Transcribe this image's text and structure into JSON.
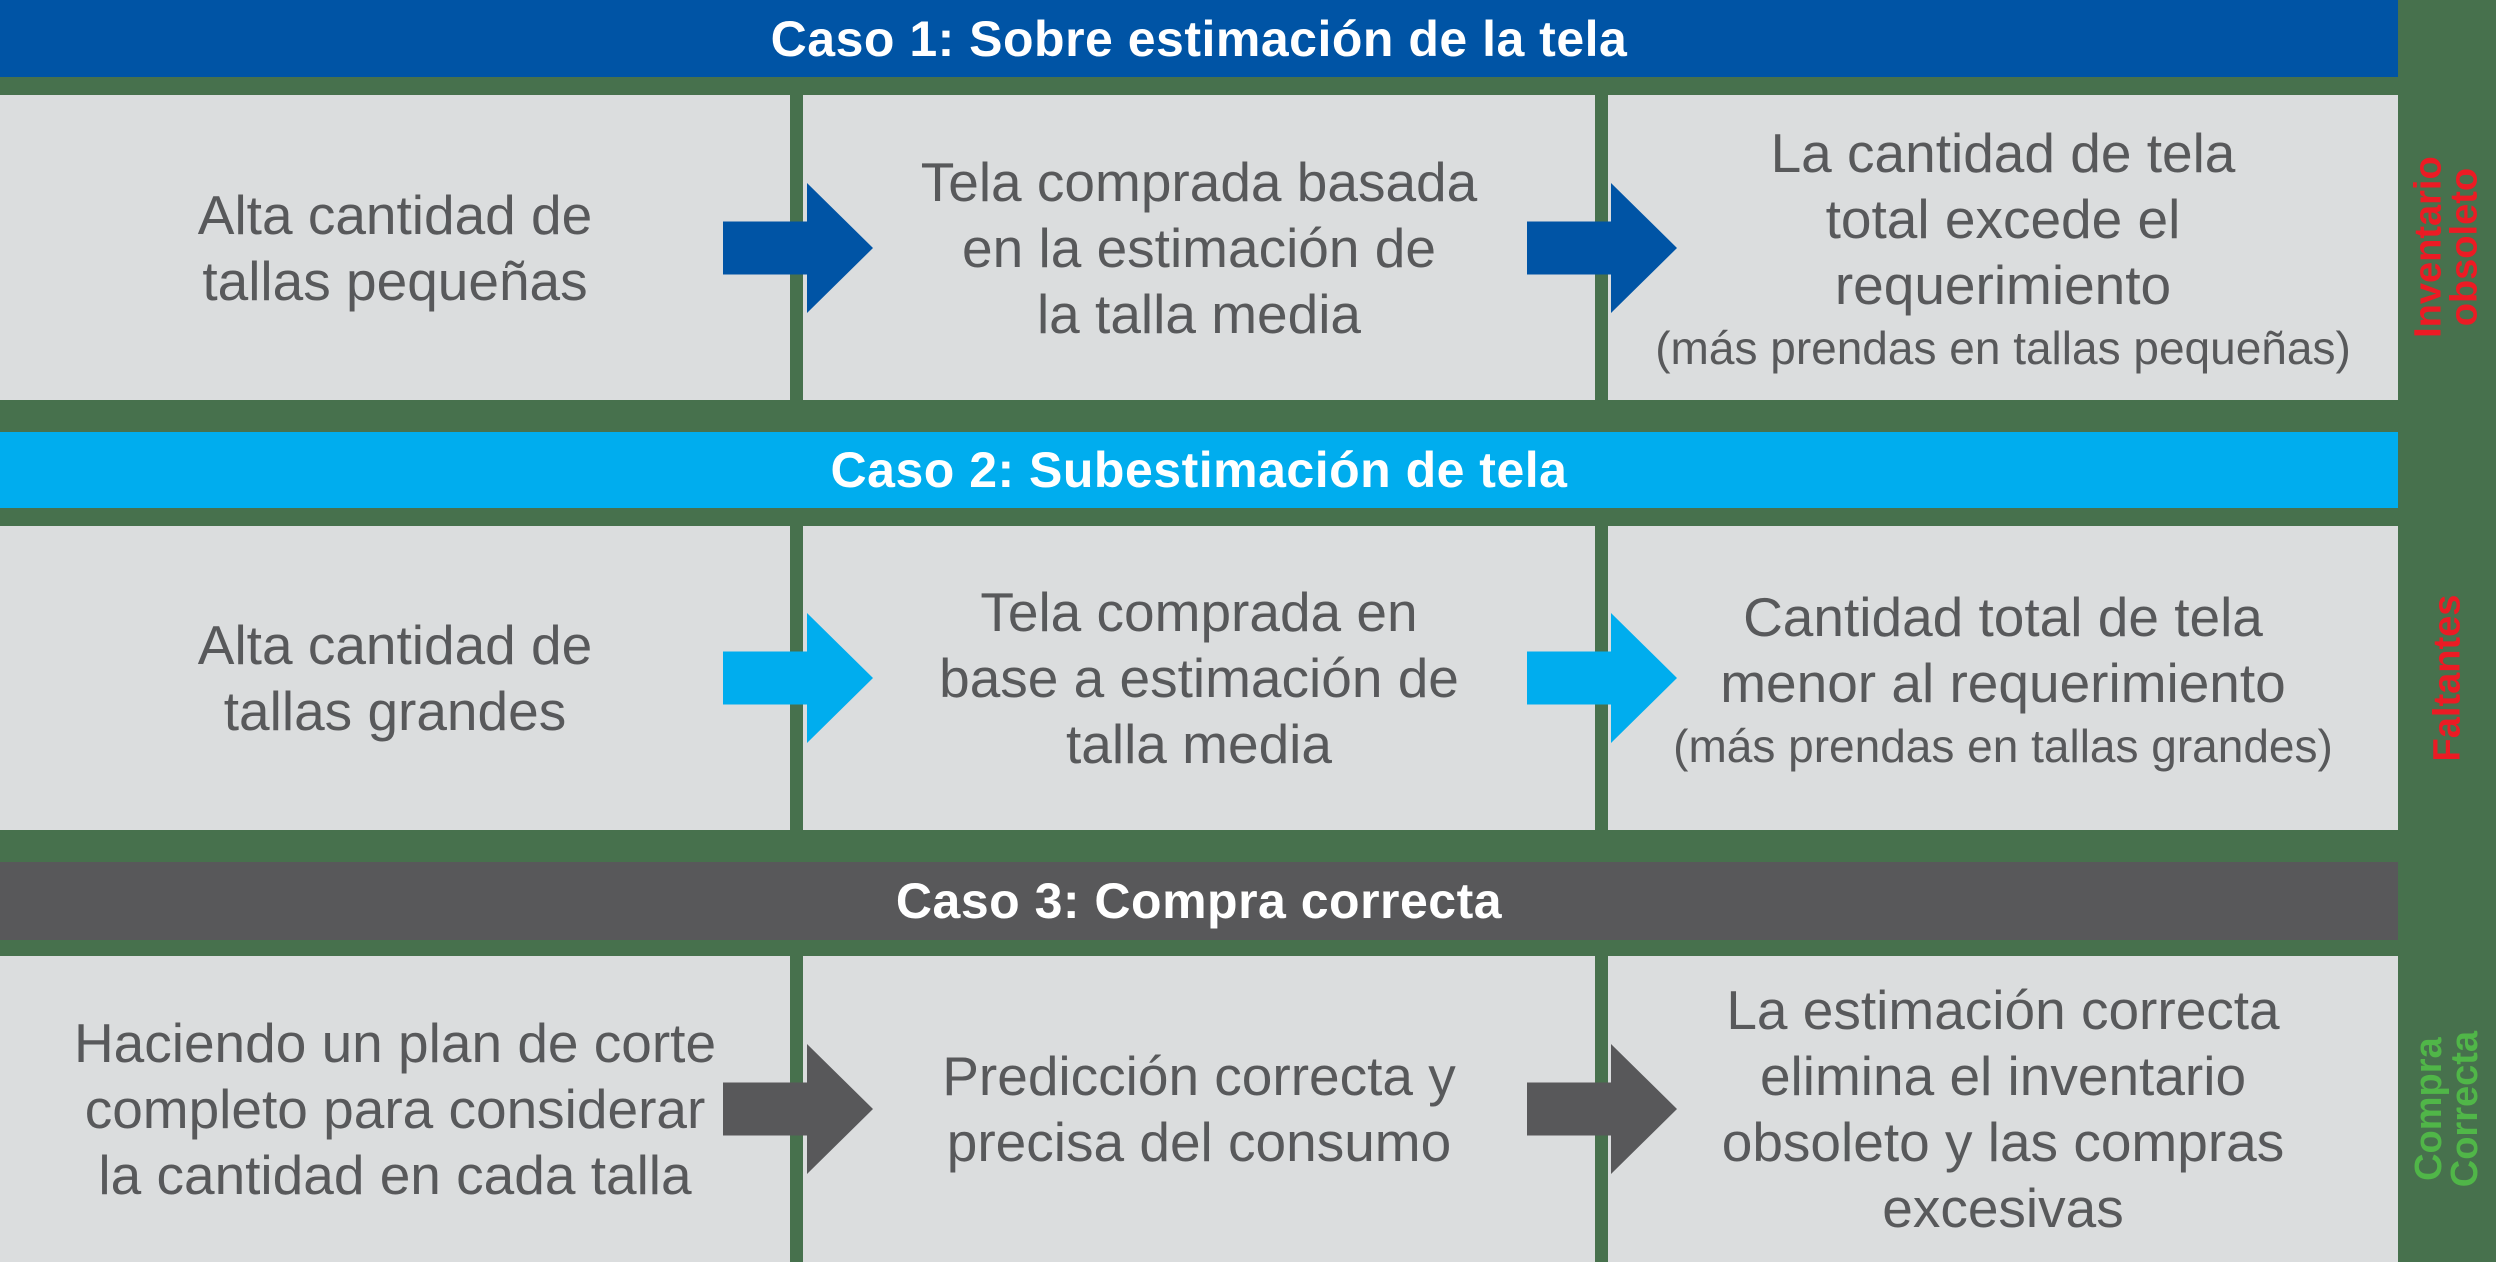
{
  "slide": {
    "background_color": "#47714D",
    "box_color": "#DBDDDE",
    "box_text_color": "#58595B",
    "header_text_color": "#FFFFFF"
  },
  "cases": [
    {
      "header": "Caso 1: Sobre estimación de la tela",
      "color": "#0054A5",
      "boxes": [
        {
          "text": "Alta cantidad de\ntallas pequeñas"
        },
        {
          "text": "Tela comprada basada\nen la estimación de\nla talla media"
        },
        {
          "text": "La cantidad de tela\ntotal excede el\nrequerimiento",
          "note": "(más prendas en tallas pequeñas)"
        }
      ],
      "outcome_label": {
        "text": "Inventario\nobsoleto",
        "color": "#EC1B24"
      }
    },
    {
      "header": "Caso 2: Subestimación de tela",
      "color": "#00ADEE",
      "boxes": [
        {
          "text": "Alta cantidad de\ntallas grandes"
        },
        {
          "text": "Tela comprada en\nbase a estimación de\ntalla media"
        },
        {
          "text": "Cantidad total de tela\nmenor al requerimiento",
          "note": "(más prendas en tallas grandes)"
        }
      ],
      "outcome_label": {
        "text": "Faltantes",
        "color": "#EC1B24"
      }
    },
    {
      "header": "Caso 3: Compra correcta",
      "color": "#58585A",
      "boxes": [
        {
          "text": "Haciendo un plan de corte\ncompleto para considerar\nla cantidad en cada talla"
        },
        {
          "text": "Predicción correcta y\nprecisa del consumo"
        },
        {
          "text": "La estimación correcta\nelimina el inventario\nobsoleto y las compras\nexcesivas"
        }
      ],
      "outcome_label": {
        "text": "Compra\nCorrecta",
        "color": "#50B648"
      }
    }
  ]
}
